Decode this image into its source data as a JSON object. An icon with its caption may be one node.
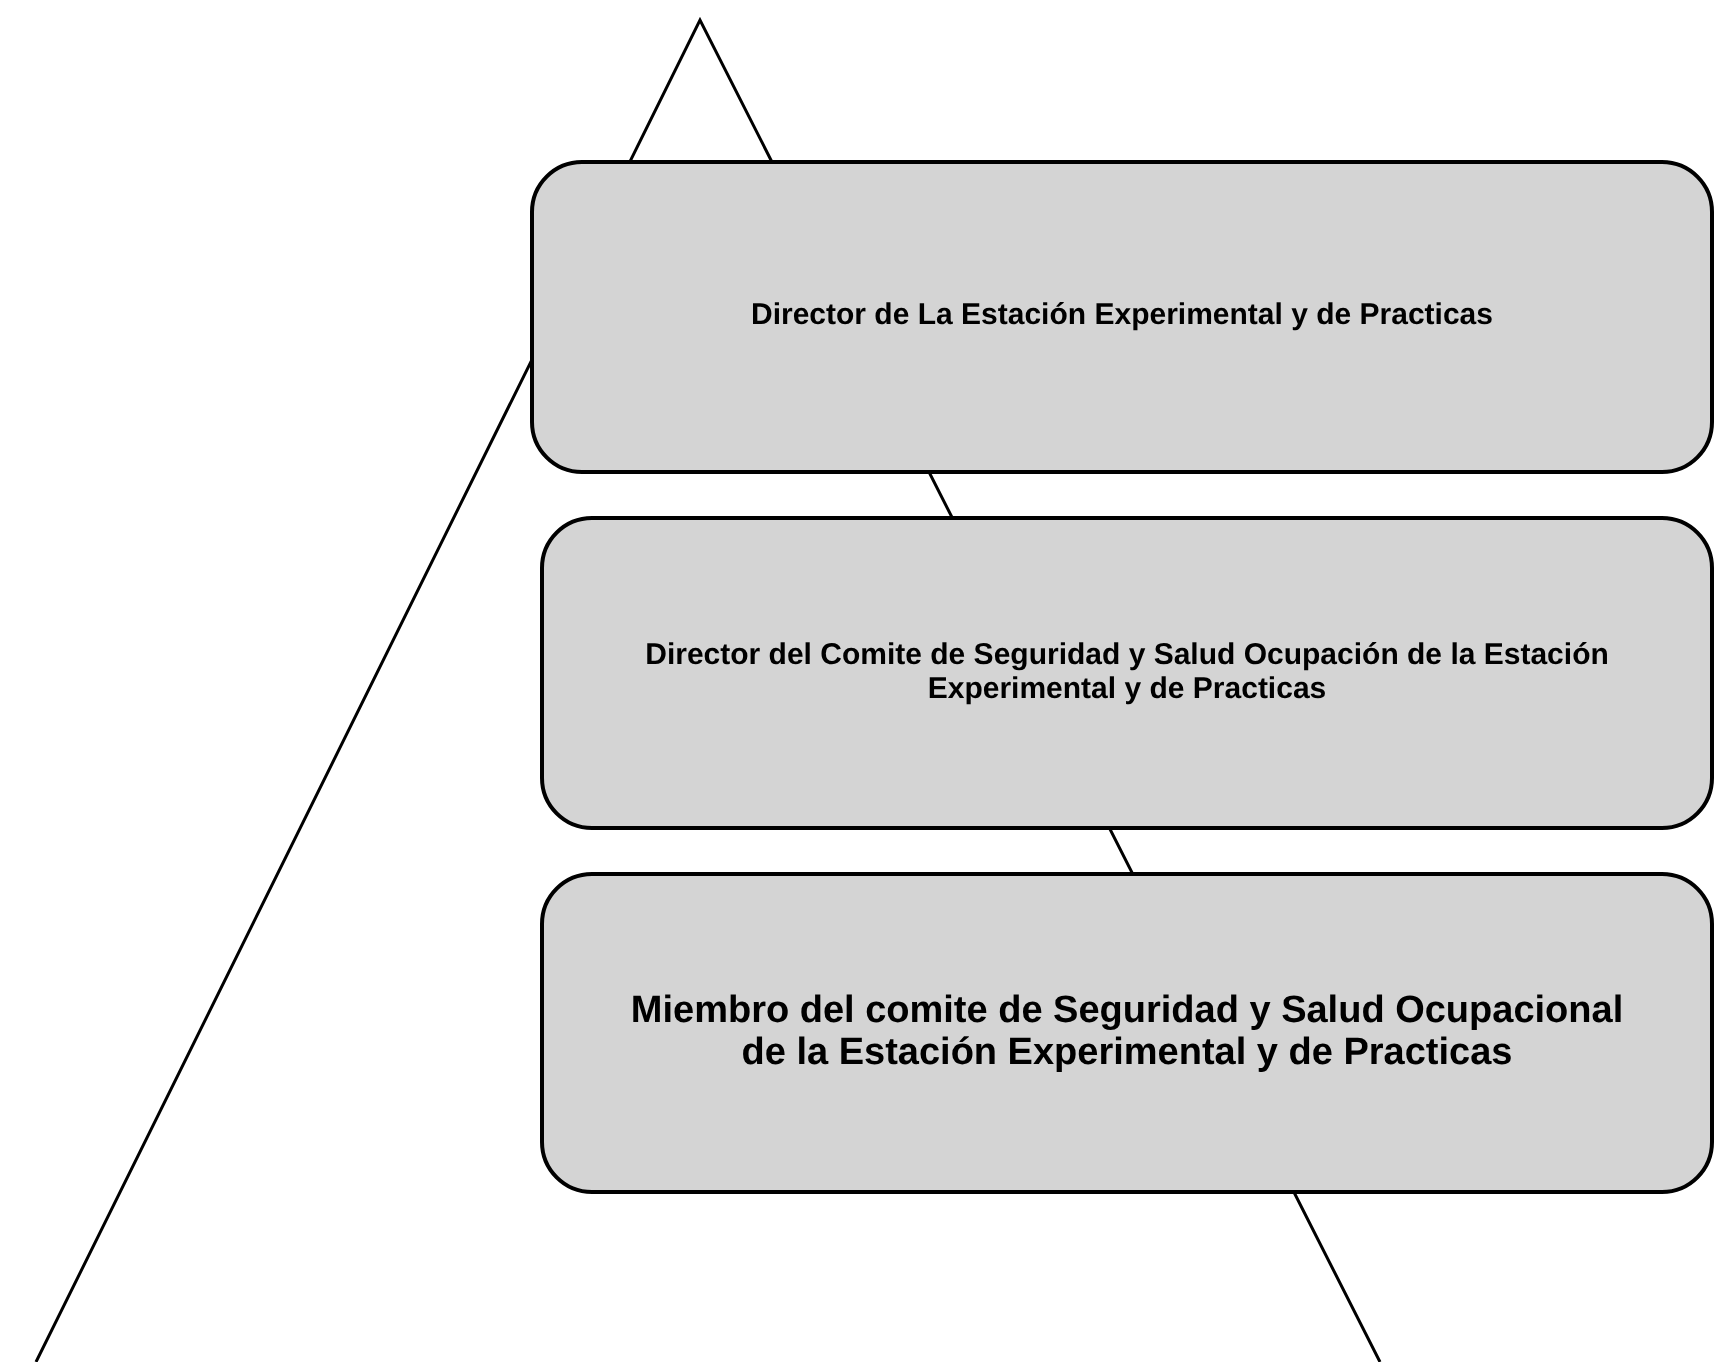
{
  "diagram": {
    "nodes": [
      {
        "text": [
          "Director de La Estación Experimental y de Practicas"
        ]
      },
      {
        "text": [
          "Director del Comite de Seguridad y Salud Ocupación de la Estación Experimental y de Practicas"
        ]
      },
      {
        "text": [
          "Miembro del comite de Seguridad y Salud Ocupacional de la Estación Experimental y de Practicas"
        ]
      }
    ]
  }
}
